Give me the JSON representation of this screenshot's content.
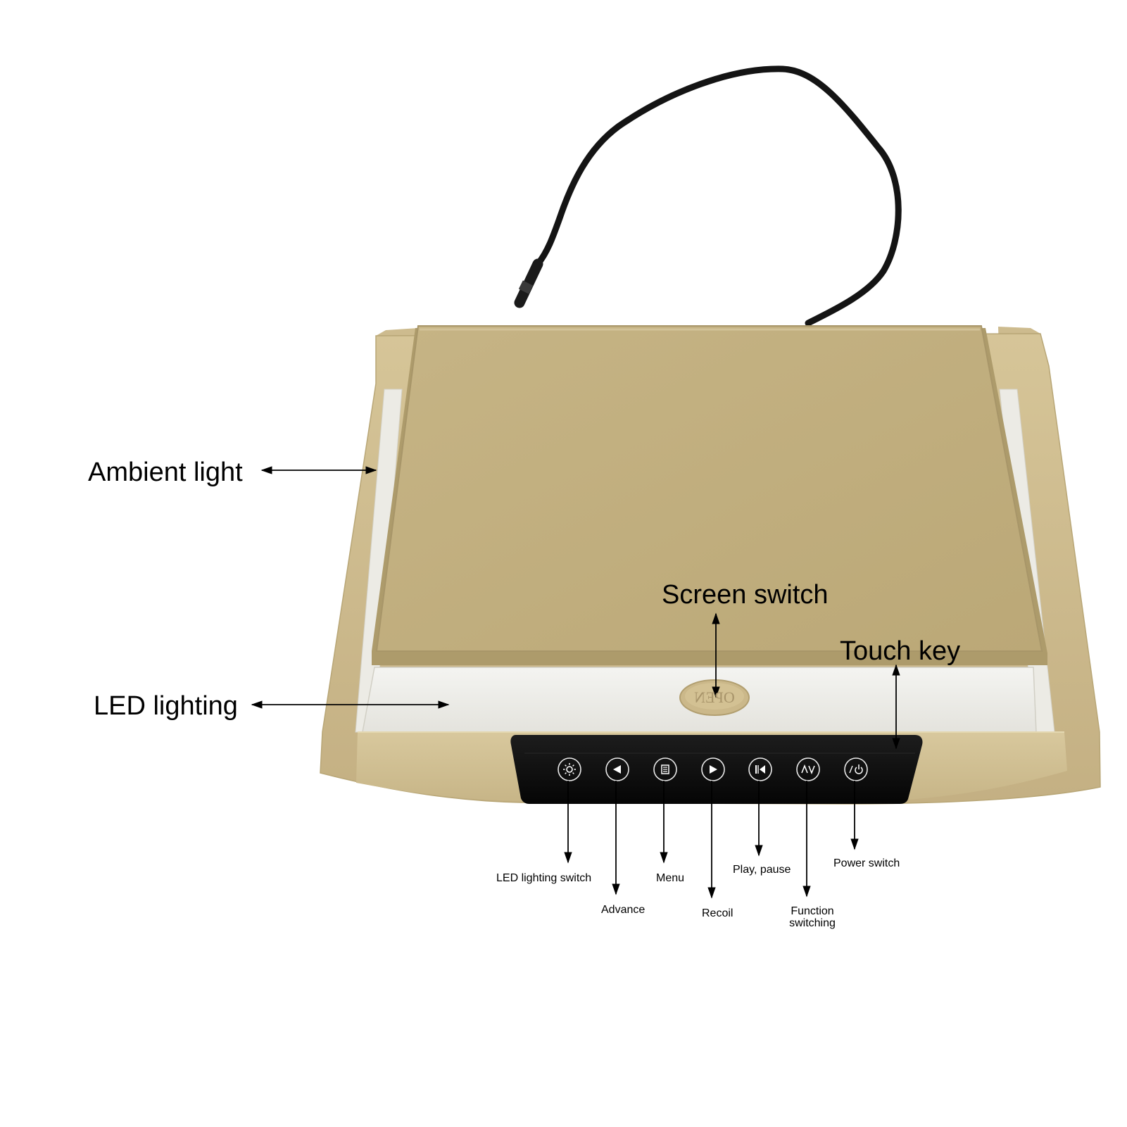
{
  "product": {
    "body_color": "#c9b68a",
    "lid_color": "#c2b07f",
    "led_panel_color": "#eeede9",
    "cable_color": "#141414",
    "keypad_color": "#0d0d0d",
    "open_button_text": "OPEN"
  },
  "callouts": {
    "ambient_light": "Ambient light",
    "led_lighting": "LED lighting",
    "screen_switch": "Screen switch",
    "touch_key": "Touch key"
  },
  "keys": [
    {
      "icon": "sun-icon",
      "label": "LED lighting switch"
    },
    {
      "icon": "triangle-left-icon",
      "label": "Advance"
    },
    {
      "icon": "menu-icon",
      "label": "Menu"
    },
    {
      "icon": "triangle-right-icon",
      "label": "Recoil"
    },
    {
      "icon": "skip-back-icon",
      "label": "Play, pause"
    },
    {
      "icon": "av-icon",
      "label": "Function switching"
    },
    {
      "icon": "power-icon",
      "label": "Power switch"
    }
  ]
}
